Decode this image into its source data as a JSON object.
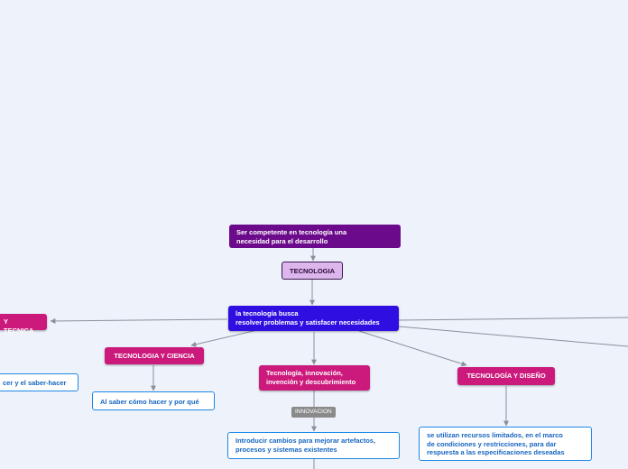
{
  "nodes": {
    "ser_competente": "Ser competente en tecnología una\nnecesidad para el desarrollo",
    "tecnologia": "TECNOLOGIA",
    "tecnologia_busca": "la tecnología busca\nresolver problemas y satisfacer necesidades",
    "tecnica": "Y TECNICA",
    "tec_ciencia": "TECNOLOGIA Y CIENCIA",
    "saber_hacer": "cer y el saber-hacer",
    "al_saber": "Al saber cómo hacer y por qué",
    "innovacion_branch": "Tecnología, innovación,\ninvención y descubrimiento",
    "innovacion_tag": "INNOVACION",
    "introducir": "Introducir cambios para mejorar artefactos,\nprocesos y sistemas existentes",
    "tec_diseno": "TECNOLOGÍA Y DISEÑO",
    "recursos": "se utilizan recursos limitados, en el marco\nde condiciones y restricciones, para dar\nrespuesta a las especificaciones deseadas"
  },
  "colors": {
    "purple": "#6b0a8a",
    "lilac": "#dcb6ec",
    "blue": "#2e0ee0",
    "magenta": "#cc1a7c",
    "link_text": "#1565c0",
    "connector": "#8a8f99",
    "background": "#eef2fb"
  }
}
